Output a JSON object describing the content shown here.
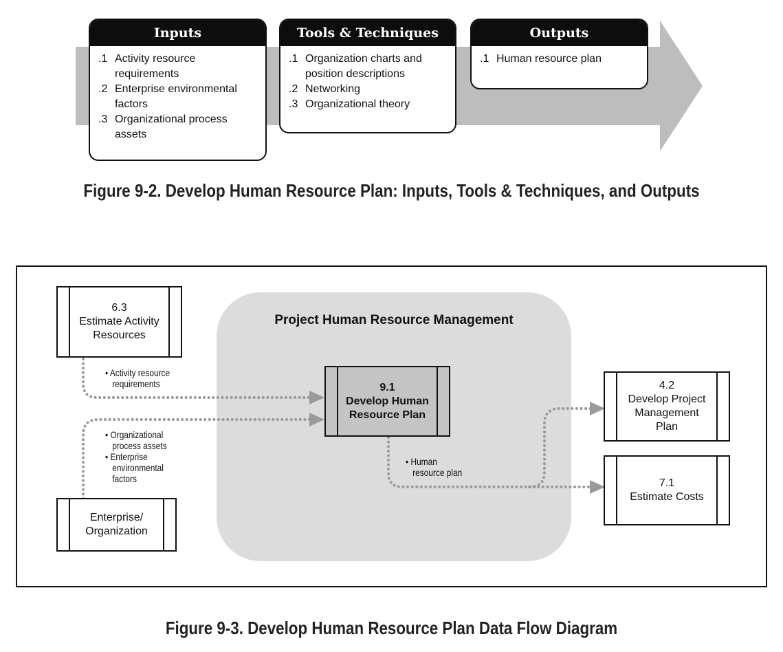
{
  "figure_9_2": {
    "caption": "Figure 9-2. Develop Human Resource Plan: Inputs, Tools & Techniques, and Outputs",
    "panels": [
      {
        "heading": "Inputs",
        "items": [
          {
            "num": ".1",
            "text": "Activity resource requirements"
          },
          {
            "num": ".2",
            "text": "Enterprise environmental factors"
          },
          {
            "num": ".3",
            "text": "Organizational process assets"
          }
        ]
      },
      {
        "heading": "Tools & Techniques",
        "items": [
          {
            "num": ".1",
            "text": "Organization charts and position descriptions"
          },
          {
            "num": ".2",
            "text": "Networking"
          },
          {
            "num": ".3",
            "text": "Organizational theory"
          }
        ]
      },
      {
        "heading": "Outputs",
        "items": [
          {
            "num": ".1",
            "text": "Human resource plan"
          }
        ]
      }
    ]
  },
  "figure_9_3": {
    "caption": "Figure 9-3. Develop Human Resource Plan Data Flow Diagram",
    "group_title": "Project Human Resource Management",
    "boxes": {
      "estimate_activity_resources": {
        "id": "6.3",
        "line1": "Estimate Activity",
        "line2": "Resources"
      },
      "enterprise_organization": {
        "line1": "Enterprise/",
        "line2": "Organization"
      },
      "develop_hr_plan": {
        "id": "9.1",
        "line1": "Develop Human",
        "line2": "Resource Plan"
      },
      "develop_pm_plan": {
        "id": "4.2",
        "line1": "Develop Project",
        "line2": "Management",
        "line3": "Plan"
      },
      "estimate_costs": {
        "id": "7.1",
        "line1": "Estimate Costs"
      }
    },
    "flow_labels": {
      "activity_resource_requirements": {
        "bullet": "• Activity resource",
        "cont": "requirements"
      },
      "opa": {
        "bullet": "• Organizational",
        "cont": "process assets"
      },
      "eef": {
        "bullet": "• Enterprise",
        "cont1": "environmental",
        "cont2": "factors"
      },
      "hr_plan": {
        "bullet": "• Human",
        "cont": "resource plan"
      }
    },
    "colors": {
      "group_fill": "#dcdcdc",
      "central_box_fill": "#c4c4c4",
      "flow_line": "#9a9a9a"
    }
  }
}
